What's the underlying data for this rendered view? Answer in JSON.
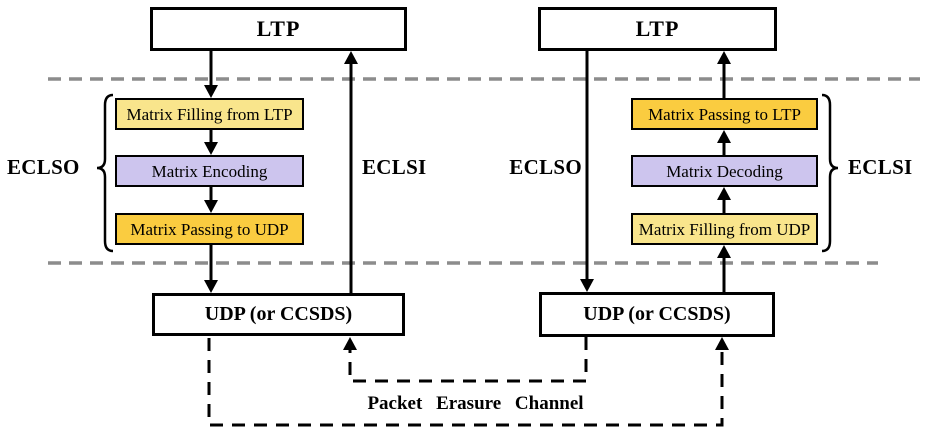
{
  "diagram": {
    "colors": {
      "separator": "#8C8C8C",
      "line": "#000000",
      "pale_yellow": "#F9E58C",
      "gold": "#FACC40",
      "lavender": "#CDC5EE"
    },
    "left": {
      "ltp": "LTP",
      "brace_label": "ECLSO",
      "return_arrow_label": "ECLSI",
      "steps": [
        {
          "label": "Matrix Filling from LTP",
          "fill": "#F9E58C"
        },
        {
          "label": "Matrix Encoding",
          "fill": "#CDC5EE"
        },
        {
          "label": "Matrix Passing to UDP",
          "fill": "#FACC40"
        }
      ],
      "udp": "UDP (or CCSDS)"
    },
    "right": {
      "ltp": "LTP",
      "brace_label": "ECLSI",
      "send_arrow_label": "ECLSO",
      "steps": [
        {
          "label": "Matrix Passing to LTP",
          "fill": "#FACC40"
        },
        {
          "label": "Matrix Decoding",
          "fill": "#CDC5EE"
        },
        {
          "label": "Matrix Filling from UDP",
          "fill": "#F9E58C"
        }
      ],
      "udp": "UDP (or CCSDS)"
    },
    "channel_label": "Packet Erasure Channel"
  }
}
